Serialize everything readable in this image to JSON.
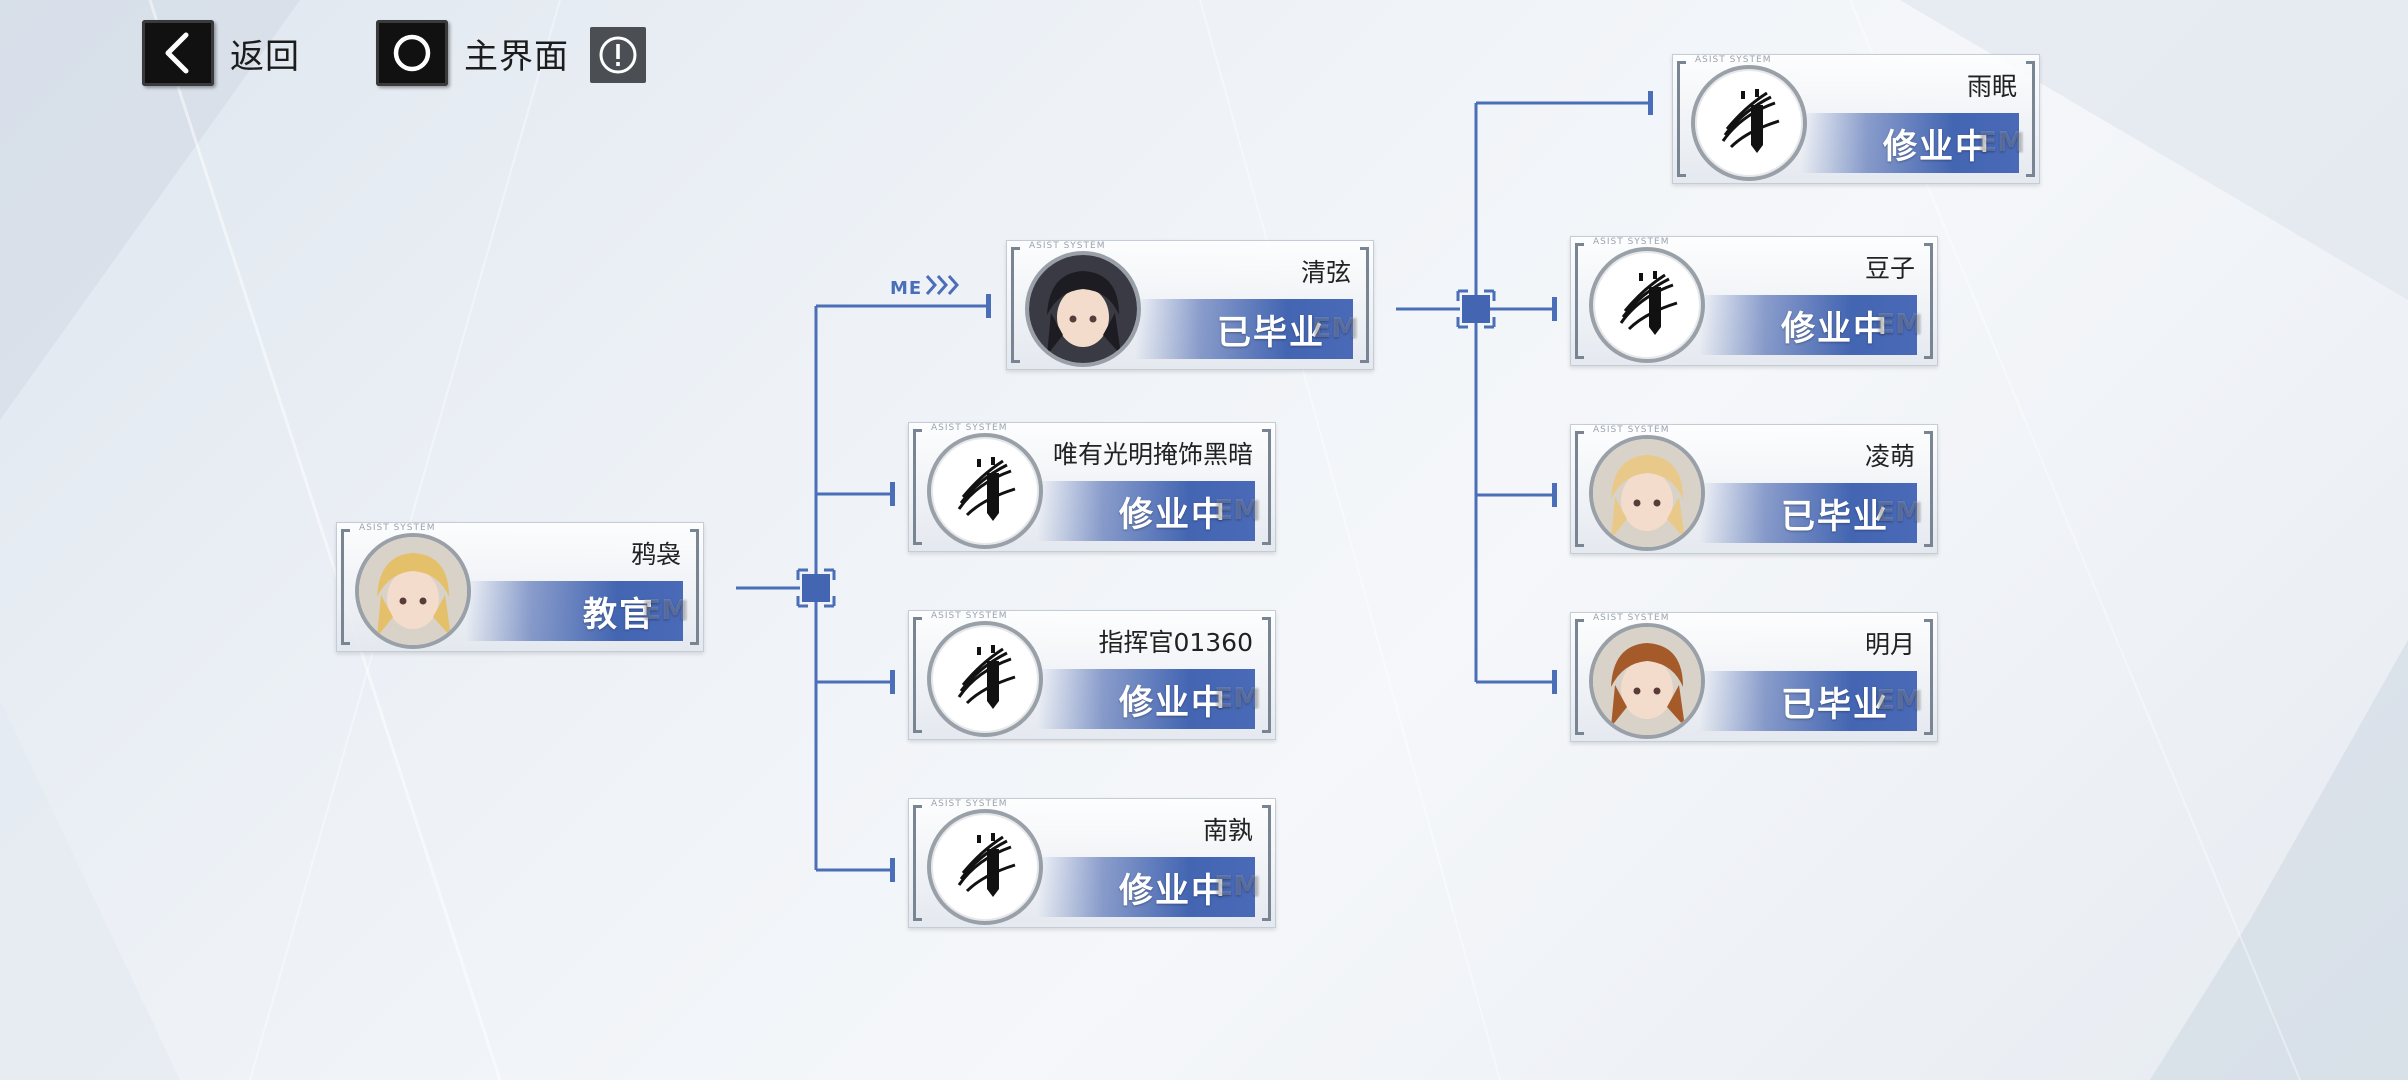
{
  "topbar": {
    "back_label": "返回",
    "home_label": "主界面"
  },
  "icons": {
    "back": "chevron-left-icon",
    "home": "circle-icon",
    "info": "exclamation-circle-icon",
    "me_arrows": "triple-chevron-right-icon"
  },
  "colors": {
    "accent": "#4365b2",
    "line": "#4a6fb8",
    "text": "#222222"
  },
  "card_tag": "ASIST SYSTEM",
  "ghost_text": "EM",
  "me_label": "ME",
  "instructor": {
    "name": "鸦袅",
    "status": "教官",
    "avatar": "blonde-character-portrait"
  },
  "me": {
    "name": "清弦",
    "status": "已毕业",
    "avatar": "dark-hair-character-portrait"
  },
  "siblings": [
    {
      "name": "唯有光明掩饰黑暗",
      "status": "修业中",
      "avatar": "default-emblem"
    },
    {
      "name": "指挥官01360",
      "status": "修业中",
      "avatar": "default-emblem"
    },
    {
      "name": "南孰",
      "status": "修业中",
      "avatar": "default-emblem"
    }
  ],
  "students": [
    {
      "name": "雨眠",
      "status": "修业中",
      "avatar": "default-emblem"
    },
    {
      "name": "豆子",
      "status": "修业中",
      "avatar": "default-emblem"
    },
    {
      "name": "凌萌",
      "status": "已毕业",
      "avatar": "blonde-twin-tail-portrait"
    },
    {
      "name": "明月",
      "status": "已毕业",
      "avatar": "orange-hair-character-portrait"
    }
  ]
}
